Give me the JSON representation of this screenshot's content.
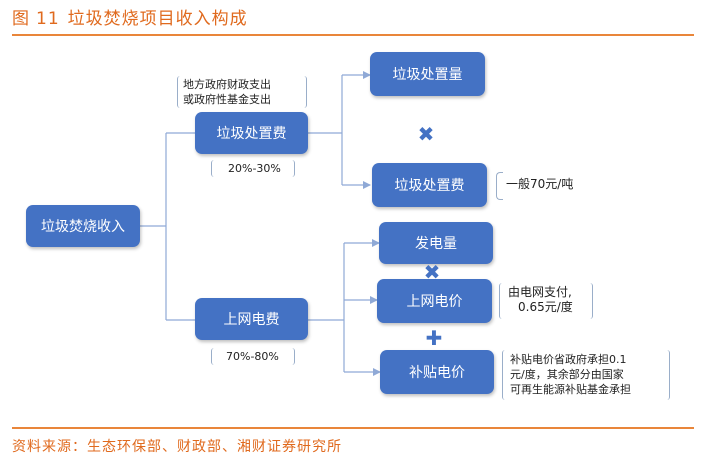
{
  "figure": {
    "label": "图",
    "number": "11",
    "title": "垃圾焚烧项目收入构成"
  },
  "nodes": {
    "root": "垃圾焚烧收入",
    "fee": "垃圾处置费",
    "power": "上网电费",
    "volume": "垃圾处置量",
    "unit_fee": "垃圾处置费",
    "generation": "发电量",
    "grid_price": "上网电价",
    "subsidy_price": "补贴电价"
  },
  "notes": {
    "fee_source_1": "地方政府财政支出",
    "fee_source_2": "或政府性基金支出",
    "fee_share": "20%-30%",
    "power_share": "70%-80%",
    "unit_fee_value": "一般70元/吨",
    "grid_price_1": "由电网支付,",
    "grid_price_2": "0.65元/度",
    "subsidy_1": "补贴电价省政府承担0.1",
    "subsidy_2": "元/度，其余部分由国家",
    "subsidy_3": "可再生能源补贴基金承担"
  },
  "operators": {
    "multiply_1": "✖",
    "multiply_2": "✖",
    "plus": "✚"
  },
  "source": "资料来源：生态环保部、财政部、湘财证券研究所",
  "colors": {
    "accent": "#E06A1E",
    "node": "#4472C4",
    "connector": "#8FA9D6"
  }
}
